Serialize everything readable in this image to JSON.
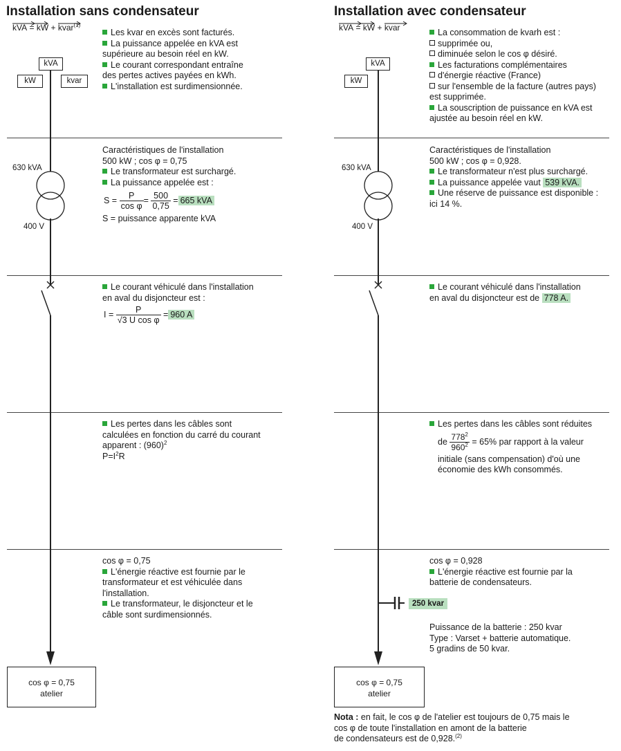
{
  "left": {
    "title": "Installation sans condensateur",
    "vector_eq": {
      "kva": "kVA",
      "eq": "=",
      "kw": "kW",
      "plus": "+",
      "kvar": "kvar",
      "note": "(1)"
    },
    "box_kva": "kVA",
    "box_kw": "kW",
    "box_kvar": "kvar",
    "sec1": [
      "Les kvar en excès sont facturés.",
      "La puissance appelée en kVA est",
      "supérieure au besoin réel en kW.",
      "Le courant correspondant entraîne",
      "des pertes actives payées en kWh.",
      "L'installation est surdimensionnée."
    ],
    "sec2": {
      "line1": "Caractéristiques de l'installation",
      "line2": "500 kW ; cos φ = 0,75",
      "line3": "Le transformateur est surchargé.",
      "line4": "La puissance appelée est :",
      "f_s": "S =",
      "f_p": "P",
      "f_cos": "cos φ",
      "f_eq": "=",
      "f_500": "500",
      "f_075": "0,75",
      "f_eq2": "=",
      "f_result": "665 kVA",
      "line5": "S = puissance apparente kVA"
    },
    "transfo_kva": "630 kVA",
    "transfo_v": "400 V",
    "sec3": {
      "line1": "Le courant véhiculé dans l'installation",
      "line2": "en aval du disjoncteur est :",
      "f_i": "I =",
      "f_p": "P",
      "f_den": "√3 U cos φ",
      "f_eq": "=",
      "f_result": "960 A"
    },
    "sec4": {
      "line1": "Les pertes dans les câbles sont",
      "line2": "calculées en fonction du carré du courant",
      "line3": "apparent : (960)",
      "sup": "2",
      "line4": "P=I",
      "line4_sup": "2",
      "line4_end": "R"
    },
    "sec5": [
      "cos φ = 0,75",
      "L'énergie réactive est fournie par le",
      "transformateur et est véhiculée dans",
      "l'installation.",
      "Le transformateur, le disjoncteur et le",
      "câble sont surdimensionnés."
    ],
    "atelier_cos": "cos φ = 0,75",
    "atelier_label": "atelier"
  },
  "right": {
    "title": "Installation avec condensateur",
    "vector_eq": {
      "kva": "kVA",
      "eq": "=",
      "kw": "kW",
      "plus": "+",
      "kvar": "kvar"
    },
    "box_kva": "kVA",
    "box_kw": "kW",
    "sec1": [
      {
        "mark": "sq",
        "text": "La consommation de kvarh est :"
      },
      {
        "mark": "box",
        "text": "supprimée ou,"
      },
      {
        "mark": "box",
        "text": "diminuée selon le cos φ désiré."
      },
      {
        "mark": "sq",
        "text": "Les facturations complémentaires"
      },
      {
        "mark": "box",
        "text": "d'énergie réactive (France)"
      },
      {
        "mark": "box",
        "text": "sur l'ensemble de la facture (autres pays)"
      },
      {
        "mark": "",
        "text": "est supprimée."
      },
      {
        "mark": "sq",
        "text": "La souscription de puissance en kVA est"
      },
      {
        "mark": "",
        "text": "ajustée au besoin réel en kW."
      }
    ],
    "sec2": {
      "line1": "Caractéristiques de l'installation",
      "line2": "500 kW ; cos φ = 0,928.",
      "line3": "Le transformateur n'est plus surchargé.",
      "line4": "La puissance appelée vaut",
      "line4_hl": "539 kVA.",
      "line5": "Une réserve de puissance est disponible :",
      "line6": "ici 14 %."
    },
    "transfo_kva": "630 kVA",
    "transfo_v": "400 V",
    "sec3": {
      "line1": "Le courant véhiculé dans l'installation",
      "line2": "en aval du disjoncteur est de",
      "line2_hl": "778 A."
    },
    "sec4": {
      "line1": "Les pertes dans les câbles sont réduites",
      "de": "de",
      "num": "778",
      "den": "960",
      "sup": "2",
      "rest": "= 65% par rapport à la valeur",
      "line3": "initiale (sans compensation) d'où une",
      "line4": "économie des kWh consommés."
    },
    "sec5": [
      "cos φ = 0,928",
      "L'énergie réactive est fournie par la",
      "batterie de condensateurs."
    ],
    "capacitor_label": "250 kvar",
    "battery": [
      "Puissance de la batterie : 250 kvar",
      "Type : Varset + batterie automatique.",
      "5 gradins de 50 kvar."
    ],
    "atelier_cos": "cos φ = 0,75",
    "atelier_label": "atelier",
    "nota_bold": "Nota :",
    "nota_1": "en fait, le cos φ de l'atelier est toujours de 0,75 mais le",
    "nota_2": "cos φ de toute l'installation en amont de la batterie",
    "nota_3": "de condensateurs est de 0,928.",
    "nota_sup": "(2)"
  },
  "colors": {
    "highlight": "#b9dfbf",
    "bullet": "#2aa63a",
    "line": "#222222"
  }
}
